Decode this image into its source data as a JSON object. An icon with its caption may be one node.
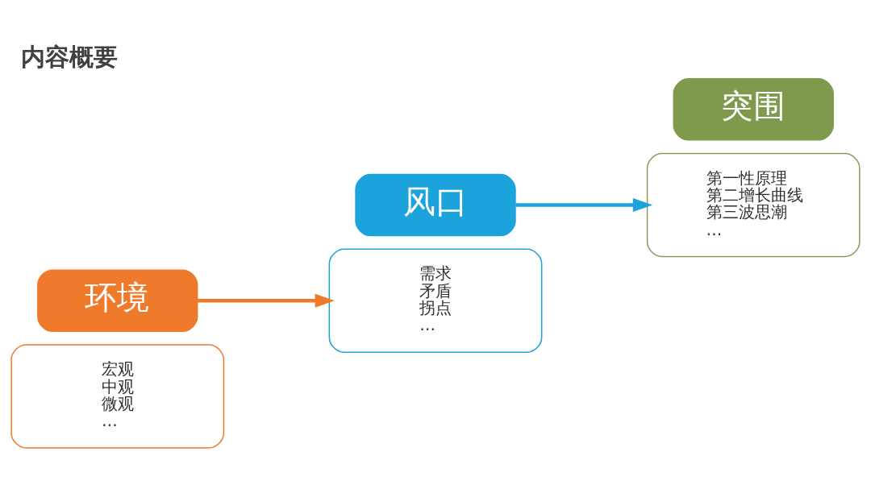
{
  "diagram": {
    "title": "内容概要",
    "nodes": [
      {
        "text": [
          "宏观",
          "中观",
          "微观",
          "…"
        ]
      },
      {
        "text": [
          "环境"
        ]
      },
      {
        "text": [
          "风口"
        ]
      },
      {
        "text": [
          "需求",
          "矛盾",
          "拐点",
          "…"
        ]
      },
      {
        "text": [
          "第一性原理",
          "第二增长曲线",
          "第三波思潮",
          "…"
        ]
      },
      {
        "text": [
          "突围"
        ]
      }
    ],
    "edges": [
      {
        "from": 1,
        "to": 3,
        "arrow": "to",
        "color": "#f07a2c"
      },
      {
        "from": 2,
        "to": 4,
        "arrow": "to",
        "color": "#1ca3dc"
      }
    ]
  }
}
